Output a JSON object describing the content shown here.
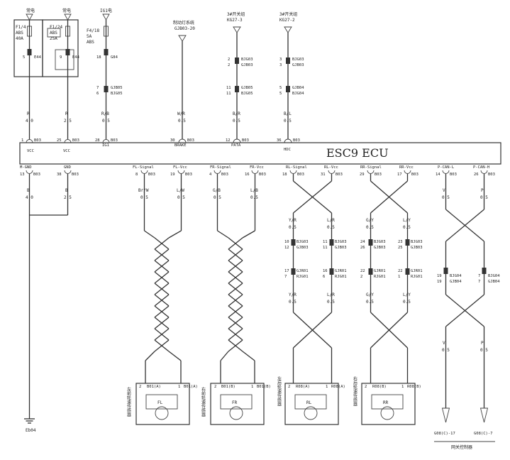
{
  "ecu": {
    "title": "ESC9 ECU"
  },
  "top_sources": [
    {
      "label": "常电",
      "fuse": [
        "F1/4",
        "ABS",
        "40A"
      ],
      "conn_pin": "5",
      "conn_id": "E44"
    },
    {
      "label": "常电",
      "fuse": [
        "F1/24",
        "ABS",
        "25A"
      ],
      "conn_pin": "9",
      "conn_id": "E44"
    },
    {
      "label": "IG1电",
      "fuse": [
        "F4/18",
        "5A",
        "ABS"
      ],
      "conn_pin": "18",
      "conn_id": "G84"
    },
    {
      "label": "制动灯系统",
      "sub": "GJB03-20"
    },
    {
      "label": "3#开关组",
      "sub": "KG27-3"
    },
    {
      "label": "3#开关组",
      "sub": "KG27-2"
    }
  ],
  "top_wires": [
    {
      "color": "R",
      "gauge": "4.0"
    },
    {
      "color": "R",
      "gauge": "2.5"
    },
    {
      "color": "R/B",
      "gauge": "0.5"
    },
    {
      "color": "W/R",
      "gauge": "0.5"
    },
    {
      "color": "B/R",
      "gauge": "0.5"
    },
    {
      "color": "B/L",
      "gauge": "0.5"
    }
  ],
  "top_pins": [
    {
      "pin": "1",
      "id": "B03",
      "name": "VCC"
    },
    {
      "pin": "25",
      "id": "B03",
      "name": "VCC"
    },
    {
      "pin": "28",
      "id": "B03",
      "name": "IG1"
    },
    {
      "pin": "30",
      "id": "B03",
      "name": "BRAKE"
    },
    {
      "pin": "12",
      "id": "B03",
      "name": "PATA"
    },
    {
      "pin": "36",
      "id": "B03",
      "name": "HDC"
    }
  ],
  "mid_connectors": [
    {
      "a": "7",
      "b": "6",
      "ida": "GJB05",
      "idb": "BJG05"
    },
    {
      "a": "2",
      "b": "2",
      "ida": "BJG03",
      "idb": "GJB03"
    },
    {
      "a": "11",
      "b": "11",
      "ida": "GJB05",
      "idb": "BJG05"
    },
    {
      "a": "3",
      "b": "3",
      "ida": "BJG03",
      "idb": "GJB03"
    },
    {
      "a": "5",
      "b": "5",
      "ida": "GJB04",
      "idb": "BJG04"
    }
  ],
  "bottom_pins": [
    {
      "pin": "13",
      "id": "B03",
      "name": "M-GND",
      "color": "B",
      "gauge": "4.0"
    },
    {
      "pin": "38",
      "id": "B03",
      "name": "GND",
      "color": "B",
      "gauge": "2.5"
    },
    {
      "pin": "8",
      "id": "B03",
      "name": "FL-Signal",
      "color": "Br/W",
      "gauge": "0.5"
    },
    {
      "pin": "19",
      "id": "B03",
      "name": "FL-Vcc",
      "color": "L/W",
      "gauge": "0.5"
    },
    {
      "pin": "4",
      "id": "B03",
      "name": "FR-Signal",
      "color": "G/B",
      "gauge": "0.5"
    },
    {
      "pin": "16",
      "id": "B03",
      "name": "FR-Vcc",
      "color": "L/B",
      "gauge": "0.5"
    },
    {
      "pin": "18",
      "id": "B03",
      "name": "RL-Signal",
      "color": "",
      "gauge": ""
    },
    {
      "pin": "31",
      "id": "B03",
      "name": "RL-Vcc",
      "color": "",
      "gauge": ""
    },
    {
      "pin": "29",
      "id": "B03",
      "name": "RR-Signal",
      "color": "",
      "gauge": ""
    },
    {
      "pin": "17",
      "id": "B03",
      "name": "RR-Vcc",
      "color": "",
      "gauge": ""
    },
    {
      "pin": "14",
      "id": "B03",
      "name": "P-CAN-L",
      "color": "V",
      "gauge": "0.5"
    },
    {
      "pin": "26",
      "id": "B03",
      "name": "P-CAN-H",
      "color": "P",
      "gauge": "0.5"
    }
  ],
  "rear_wires": [
    {
      "color": "Y/R",
      "gauge": "0.5"
    },
    {
      "color": "L/R",
      "gauge": "0.5"
    },
    {
      "color": "G/Y",
      "gauge": "0.5"
    },
    {
      "color": "L/Y",
      "gauge": "0.5"
    }
  ],
  "rear_conn_upper": [
    {
      "a": "10",
      "b": "12",
      "ida": "BJG03",
      "idb": "GJB03"
    },
    {
      "a": "11",
      "b": "11",
      "ida": "BJG03",
      "idb": "GJB03"
    },
    {
      "a": "24",
      "b": "26",
      "ida": "BJG03",
      "idb": "GJB03"
    },
    {
      "a": "23",
      "b": "25",
      "ida": "BJG03",
      "idb": "GJB03"
    }
  ],
  "rear_conn_lower": [
    {
      "a": "17",
      "b": "7",
      "ida": "GJR01",
      "idb": "RJG01"
    },
    {
      "a": "16",
      "b": "6",
      "ida": "GJR01",
      "idb": "RJG01"
    },
    {
      "a": "22",
      "b": "2",
      "ida": "GJR01",
      "idb": "RJG01"
    },
    {
      "a": "22",
      "b": "1",
      "ida": "GJR01",
      "idb": "RJG01"
    }
  ],
  "rear_wires_lower": [
    {
      "color": "Y/R",
      "gauge": "0.5"
    },
    {
      "color": "L/R",
      "gauge": "0.5"
    },
    {
      "color": "G/Y",
      "gauge": "0.5"
    },
    {
      "color": "L/Y",
      "gauge": "0.5"
    }
  ],
  "can_conn": [
    {
      "a": "19",
      "b": "19",
      "ida": "BJG04",
      "idb": "GJB04"
    },
    {
      "a": "7",
      "b": "7",
      "ida": "BJG04",
      "idb": "GJB04"
    }
  ],
  "can_out": [
    {
      "color": "V",
      "gauge": "0.5",
      "target": "G08(C)-17"
    },
    {
      "color": "P",
      "gauge": "0.5",
      "target": "G08(C)-7"
    }
  ],
  "gateway_label": "网关控制器",
  "ground_label": "Eb04",
  "sensors": [
    {
      "name": "FL",
      "side": "左前轮速传感器",
      "conn_a": "B01(A)",
      "conn_b": "B01(A)",
      "pin_a": "2",
      "pin_b": "1"
    },
    {
      "name": "FR",
      "side": "右前轮速传感器",
      "conn_a": "B01(B)",
      "conn_b": "B01(B)",
      "pin_a": "2",
      "pin_b": "1"
    },
    {
      "name": "RL",
      "side": "左后轮速传感器",
      "conn_a": "R08(A)",
      "conn_b": "R08(A)",
      "pin_a": "2",
      "pin_b": "1"
    },
    {
      "name": "RR",
      "side": "右后轮速传感器",
      "conn_a": "R08(B)",
      "conn_b": "R08(B)",
      "pin_a": "2",
      "pin_b": "1"
    }
  ]
}
